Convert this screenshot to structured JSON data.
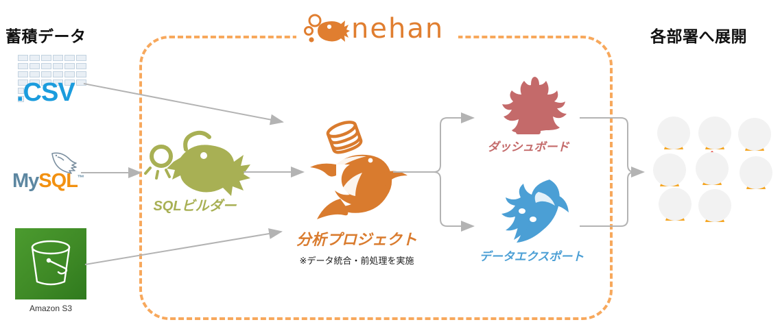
{
  "headings": {
    "left": "蓄積データ",
    "right": "各部署へ展開"
  },
  "brand": {
    "name": "nehan",
    "logo_icon": "pufferfish-bubbles-logo",
    "color": "#e07e30"
  },
  "platform_box": {
    "border_style": "dashed",
    "border_color": "#f7a85c"
  },
  "sources": [
    {
      "id": "csv",
      "icon": "csv-spreadsheet-icon",
      "label": ".CSV",
      "color": "#1b9cdd"
    },
    {
      "id": "mysql",
      "icon": "mysql-dolphin-icon",
      "label_part1": "My",
      "label_part2": "SQL",
      "trademark": "™",
      "color_part1": "#5d87a1",
      "color_part2": "#f29111"
    },
    {
      "id": "amazon-s3",
      "icon": "s3-bucket-icon",
      "label": "Amazon S3",
      "color": "#4b9b2f"
    }
  ],
  "nodes": [
    {
      "id": "sql-builder",
      "icon": "anglerfish-icon",
      "label": "SQLビルダー",
      "sub": "",
      "color": "#a8b054"
    },
    {
      "id": "analysis-project",
      "icon": "dolphin-database-icon",
      "label": "分析プロジェクト",
      "sub": "※データ統合・前処理を実施",
      "color": "#d97b2e"
    },
    {
      "id": "dashboard",
      "icon": "coral-icon",
      "label": "ダッシュボード",
      "sub": "",
      "color": "#c46a6a"
    },
    {
      "id": "data-export",
      "icon": "squid-icon",
      "label": "データエクスポート",
      "sub": "",
      "color": "#4b9fd5"
    }
  ],
  "connectors": {
    "color": "#b3b3b3",
    "arrows": [
      "csv-to-analysis-project",
      "mysql-to-sql-builder",
      "s3-to-analysis-project",
      "sql-builder-to-analysis-project",
      "analysis-project-to-branch",
      "branch-to-dashboard",
      "branch-to-data-export",
      "outputs-to-audience"
    ]
  },
  "audience": {
    "icon": "user-avatar-group",
    "count": 8,
    "avatars": [
      {
        "hair": "#3b3b3b",
        "skin": "#b5764f",
        "shirt": "#f5a623",
        "style": "short-curly"
      },
      {
        "hair": "#2e2e2e",
        "skin": "#8d5a3b",
        "shirt": "#f5a623",
        "style": "long"
      },
      {
        "hair": "#8a5a32",
        "skin": "#f0b68e",
        "shirt": "#f5a623",
        "style": "beard"
      },
      {
        "hair": "#2e2e2e",
        "skin": "#f3bd98",
        "shirt": "#f5a623",
        "style": "short"
      },
      {
        "hair": "#e8584f",
        "skin": "#f6c4a1",
        "shirt": "#f5a623",
        "style": "ponytail"
      },
      {
        "hair": "#cccccc",
        "skin": "#f0c0a0",
        "shirt": "#f5a623",
        "style": "bald-glasses"
      },
      {
        "hair": "#f4d03f",
        "skin": "#f6c9a6",
        "shirt": "#f5a623",
        "style": "blonde-long"
      },
      {
        "hair": "#2b2b2b",
        "skin": "#e8a87c",
        "shirt": "#f5a623",
        "style": "dark-long"
      }
    ]
  }
}
